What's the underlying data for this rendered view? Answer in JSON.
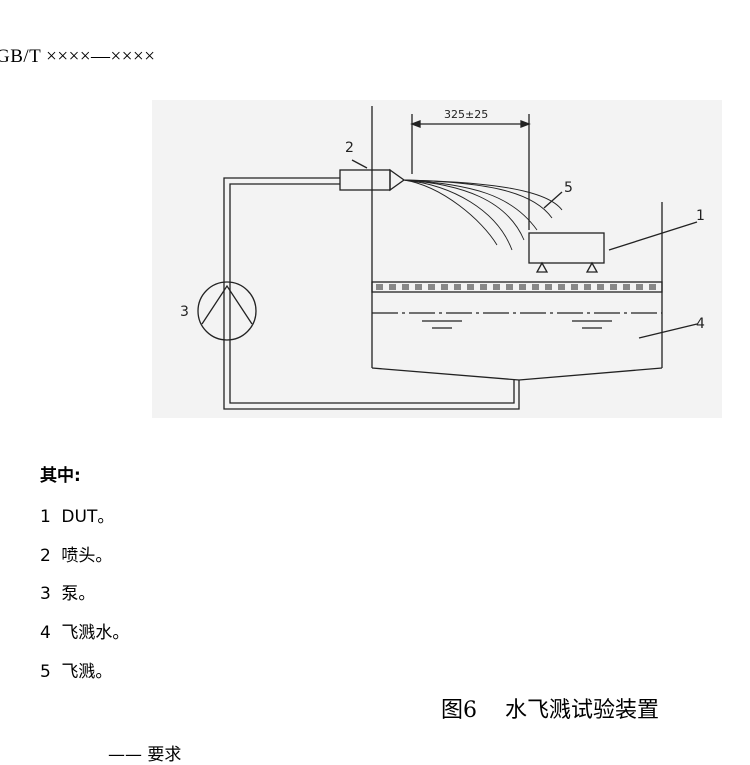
{
  "header": {
    "code": "GB/T ××××—××××"
  },
  "figure": {
    "dimension_label": "325±25",
    "callouts": [
      "1",
      "2",
      "3",
      "4",
      "5"
    ]
  },
  "legend": {
    "title": "其中:",
    "items": [
      {
        "num": "1",
        "text": "DUT。"
      },
      {
        "num": "2",
        "text": "喷头。"
      },
      {
        "num": "3",
        "text": "泵。"
      },
      {
        "num": "4",
        "text": "飞溅水。"
      },
      {
        "num": "5",
        "text": "飞溅。"
      }
    ]
  },
  "caption": {
    "fig_num": "图6",
    "title": "水飞溅试验装置"
  },
  "bottom_text": "—— 要求"
}
